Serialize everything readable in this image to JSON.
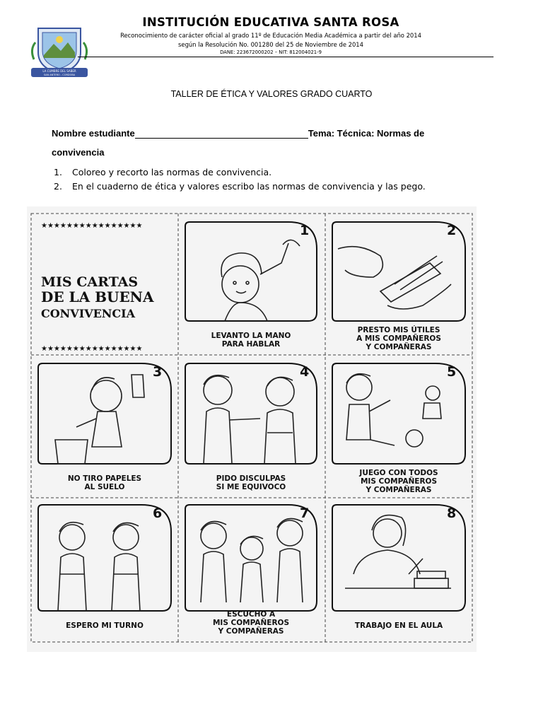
{
  "header": {
    "title": "INSTITUCIÓN EDUCATIVA SANTA ROSA",
    "line1": "Reconocimiento de carácter oficial al grado 11º de Educación Media Académica a partir del año 2014",
    "line2": "según la Resolución No. 001280 del 25 de Noviembre de 2014",
    "line3": "DANE: 223672000202 – NIT: 812004021-9",
    "logo_motto": "LA CUMBRE DEL SABER",
    "logo_place": "SAN ANTERO - CORDOBA"
  },
  "worksheet": {
    "title": "TALLER DE ÉTICA Y VALORES GRADO CUARTO",
    "student_label": "Nombre estudiante",
    "topic_label": "Tema:  Técnica: Normas de",
    "topic_cont": "convivencia"
  },
  "instructions": [
    {
      "num": "1.",
      "text": "Coloreo y recorto las normas de convivencia."
    },
    {
      "num": "2.",
      "text": "En el cuaderno de ética y valores escribo las normas de convivencia y las pego."
    }
  ],
  "cards": {
    "stars": "★★★★★★★★★★★★★★★★",
    "title_lines": [
      "MIS CARTAS",
      "DE LA BUENA",
      "CONVIVENCIA"
    ],
    "items": [
      {
        "number": "1",
        "caption": [
          "LEVANTO LA MANO",
          "PARA HABLAR"
        ]
      },
      {
        "number": "2",
        "caption": [
          "PRESTO MIS ÚTILES",
          "A MIS COMPAÑEROS",
          "Y COMPAÑERAS"
        ]
      },
      {
        "number": "3",
        "caption": [
          "NO TIRO PAPELES",
          "AL SUELO"
        ]
      },
      {
        "number": "4",
        "caption": [
          "PIDO DISCULPAS",
          "SI ME EQUIVOCO"
        ]
      },
      {
        "number": "5",
        "caption": [
          "JUEGO CON TODOS",
          "MIS COMPAÑEROS",
          "Y COMPAÑERAS"
        ]
      },
      {
        "number": "6",
        "caption": [
          "ESPERO MI TURNO"
        ]
      },
      {
        "number": "7",
        "caption": [
          "ESCUCHO A",
          "MIS COMPAÑEROS",
          "Y COMPAÑERAS"
        ]
      },
      {
        "number": "8",
        "caption": [
          "TRABAJO EN EL AULA"
        ]
      }
    ]
  }
}
